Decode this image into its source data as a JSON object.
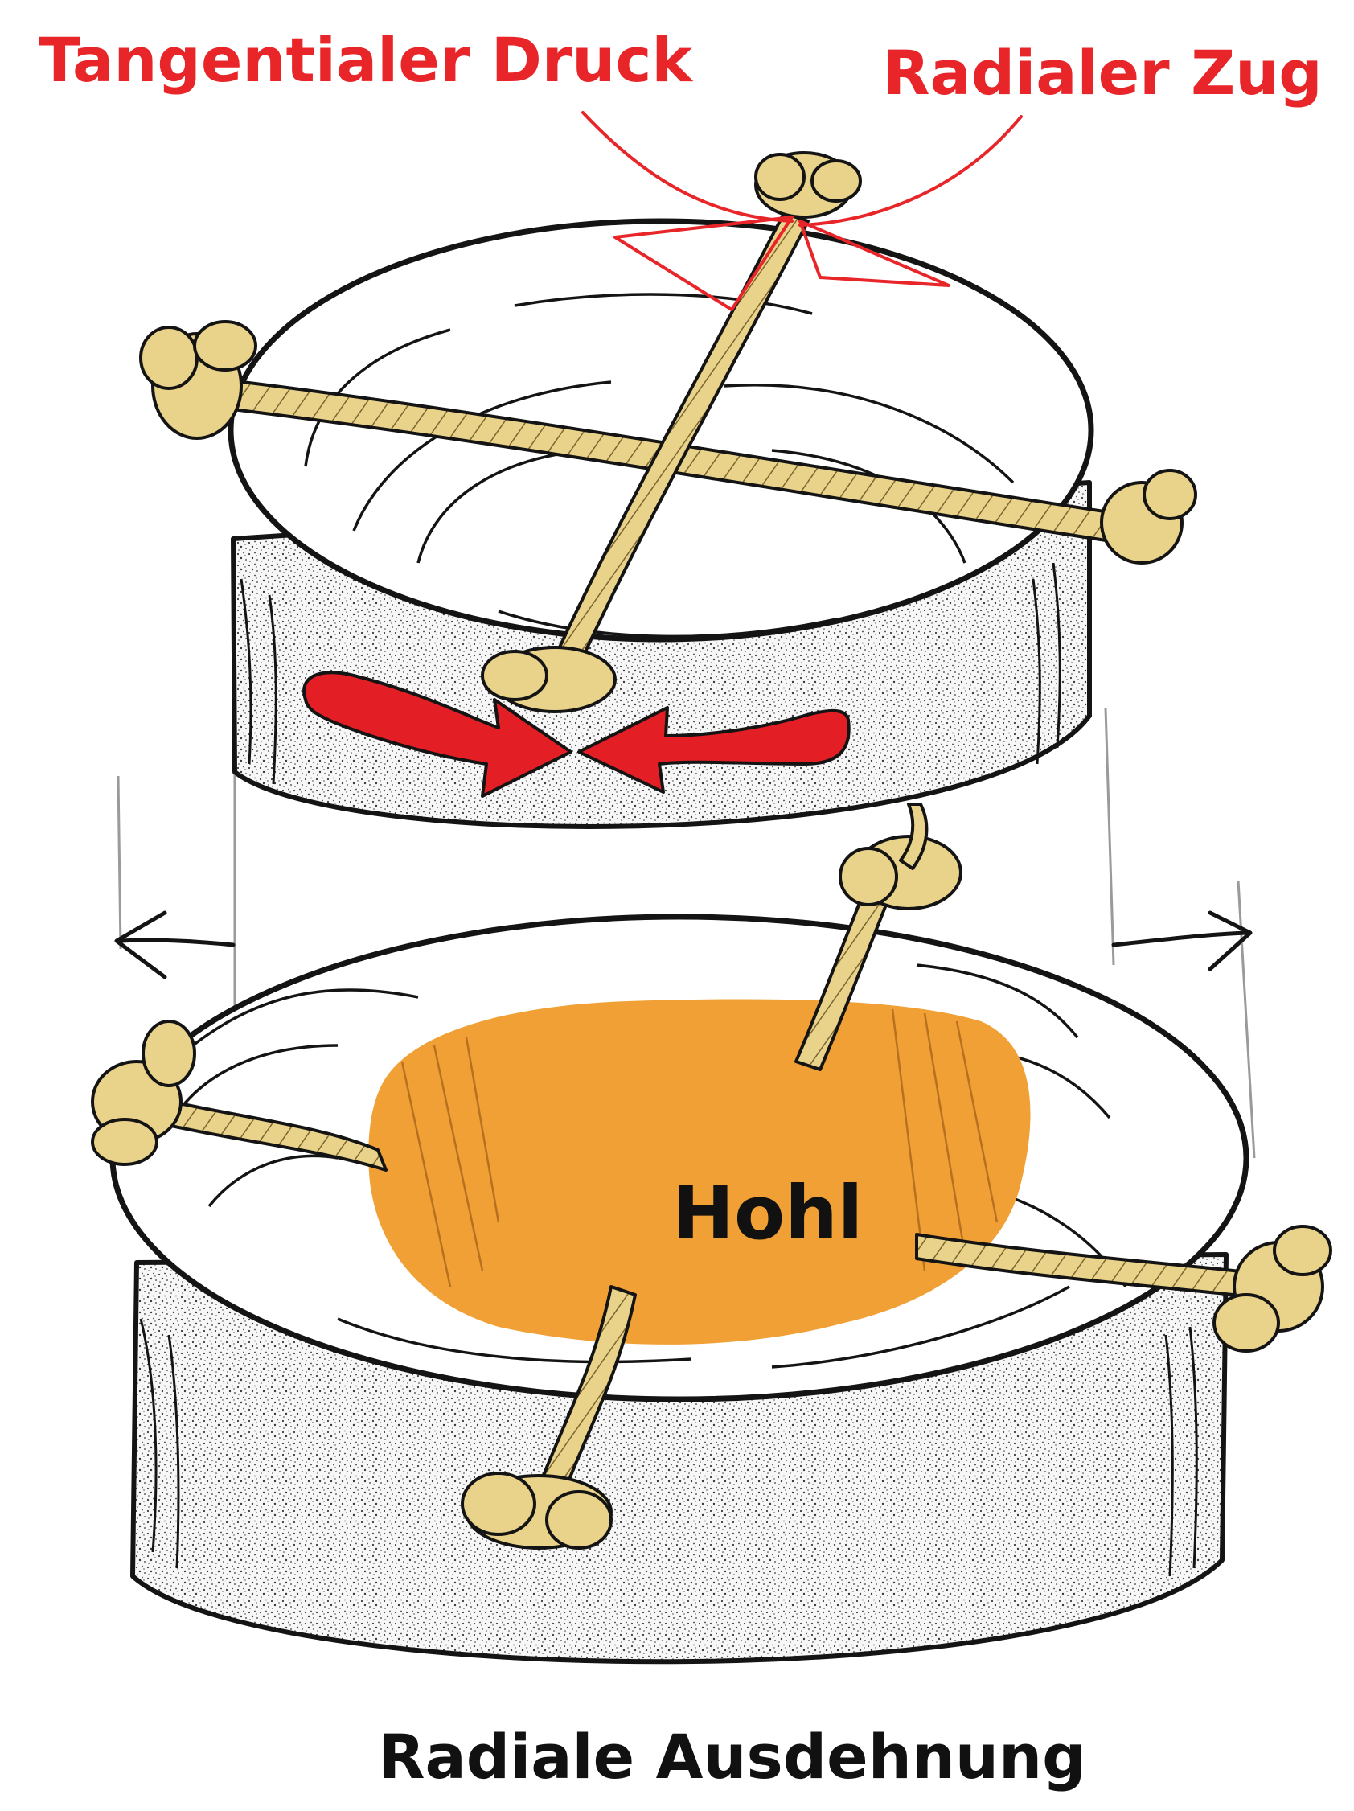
{
  "labels": {
    "tangential_pressure": "Tangentialer Druck",
    "radial_tension": "Radialer Zug",
    "hollow": "Hohl",
    "radial_expansion": "Radiale Ausdehnung"
  },
  "colors": {
    "annotation_red": "#e8262a",
    "arrow_red": "#e31e24",
    "hollow_orange": "#f0a034",
    "rope": "#e9d28a",
    "rope_shadow": "#c9ad5c",
    "outline": "#141414",
    "stipple": "#4a4a4a",
    "guide_line": "#9a9a9a",
    "label_black": "#111111"
  },
  "icons": {
    "top_disc": "wood-disc-icon",
    "bottom_disc": "wood-disc-icon",
    "rope": "rope-icon",
    "curved_arrow": "curved-arrow-icon",
    "expansion_arrow": "arrow-icon"
  }
}
